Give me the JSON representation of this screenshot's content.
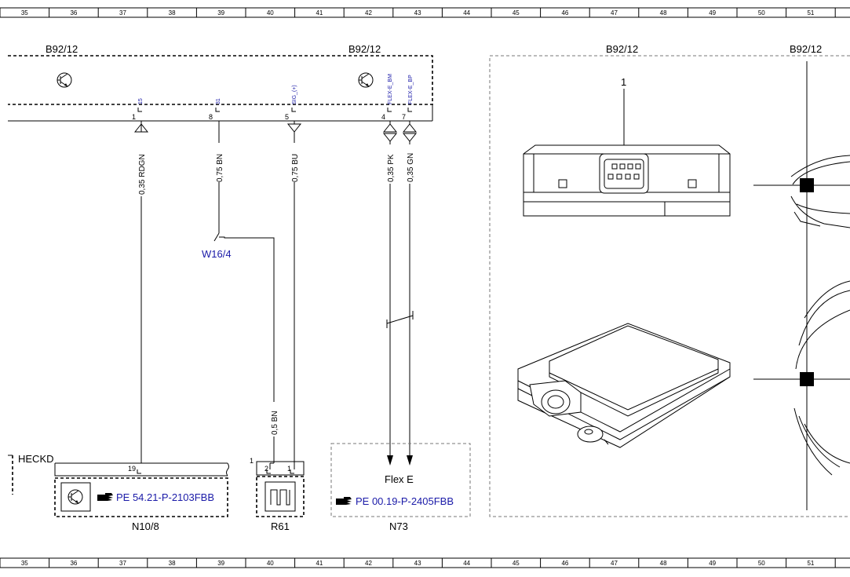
{
  "grid": {
    "columns": [
      "35",
      "36",
      "37",
      "38",
      "39",
      "40",
      "41",
      "42",
      "43",
      "44",
      "45",
      "46",
      "47",
      "48",
      "49",
      "50",
      "51"
    ]
  },
  "header": {
    "b_left": "B92/12",
    "b_mid": "B92/12",
    "b_right1": "B92/12",
    "b_right2": "B92/12",
    "callout": "1"
  },
  "pins": {
    "p15": "15",
    "p31": "31",
    "sig": "SIG_(+)",
    "bm": "FLEX-E_BM",
    "bp": "FLEX-E_BP",
    "n1": "1",
    "n8": "8",
    "n5": "5",
    "n4": "4",
    "n7": "7"
  },
  "wires": {
    "w1": "0,35 RDGN",
    "w2": "0,75 BN",
    "w3": "0,75 BU",
    "w4": "0,35 PK",
    "w5": "0,35 GN",
    "w6": "0,5 BN"
  },
  "splice": "W16/4",
  "components": {
    "heckd": "HECKD",
    "n10_pin": "19",
    "n10_ref": "PE 54.21-P-2103FBB",
    "n10_name": "N10/8",
    "r61_side": "1",
    "r61_pin2": "2",
    "r61_pin1": "1",
    "r61_name": "R61",
    "n73_title": "Flex E",
    "n73_ref": "PE 00.19-P-2405FBB",
    "n73_name": "N73"
  },
  "colors": {
    "link": "#1a1aa8",
    "line": "#000000",
    "frame": "#777777"
  },
  "icons": [
    "transistor-icon",
    "reference-hand-icon",
    "heater-element-icon"
  ]
}
